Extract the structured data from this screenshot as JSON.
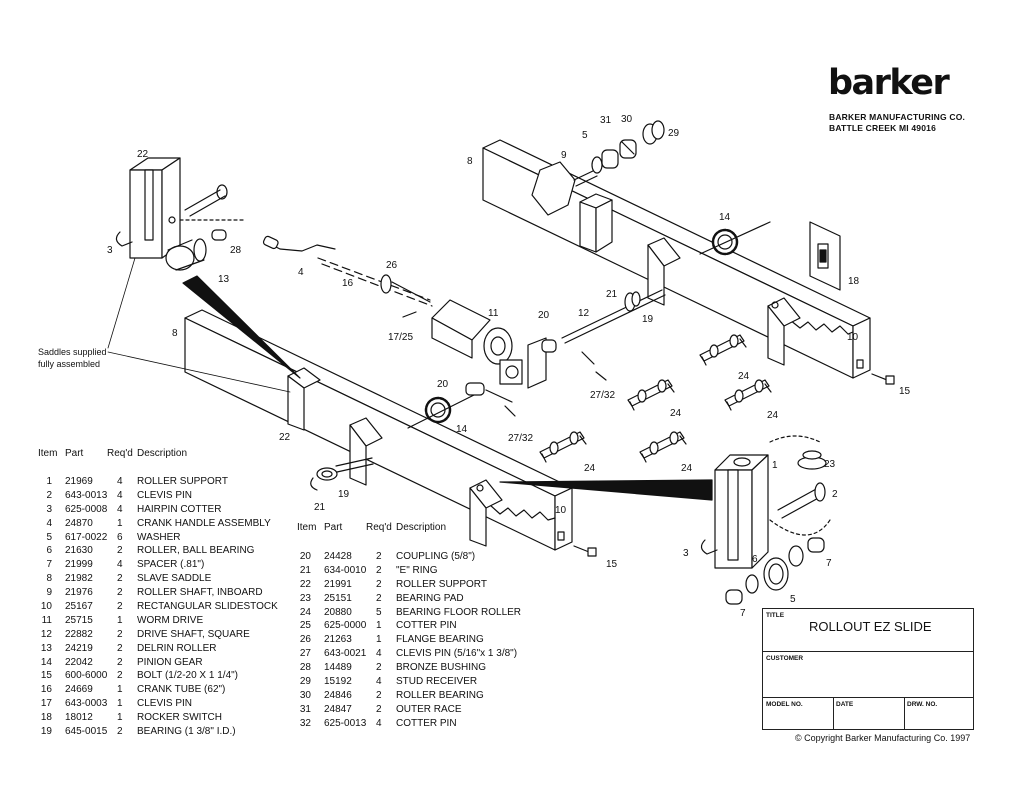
{
  "company": {
    "logo": "barker",
    "name": "BARKER MANUFACTURING CO.",
    "city": "BATTLE CREEK  MI  49016"
  },
  "note": [
    "Saddles supplied",
    "fully assembled"
  ],
  "parts_header": {
    "item": "Item",
    "part": "Part",
    "reqd": "Req'd",
    "description": "Description"
  },
  "parts_left": [
    {
      "item": "1",
      "part": "21969",
      "qty": "4",
      "desc": "ROLLER SUPPORT"
    },
    {
      "item": "2",
      "part": "643-0013",
      "qty": "4",
      "desc": "CLEVIS PIN"
    },
    {
      "item": "3",
      "part": "625-0008",
      "qty": "4",
      "desc": "HAIRPIN COTTER"
    },
    {
      "item": "4",
      "part": "24870",
      "qty": "1",
      "desc": "CRANK HANDLE ASSEMBLY"
    },
    {
      "item": "5",
      "part": "617-0022",
      "qty": "6",
      "desc": "WASHER"
    },
    {
      "item": "6",
      "part": "21630",
      "qty": "2",
      "desc": "ROLLER, BALL BEARING"
    },
    {
      "item": "7",
      "part": "21999",
      "qty": "4",
      "desc": "SPACER (.81\")"
    },
    {
      "item": "8",
      "part": "21982",
      "qty": "2",
      "desc": "SLAVE SADDLE"
    },
    {
      "item": "9",
      "part": "21976",
      "qty": "2",
      "desc": "ROLLER SHAFT, INBOARD"
    },
    {
      "item": "10",
      "part": "25167",
      "qty": "2",
      "desc": "RECTANGULAR SLIDESTOCK"
    },
    {
      "item": "11",
      "part": "25715",
      "qty": "1",
      "desc": "WORM DRIVE"
    },
    {
      "item": "12",
      "part": "22882",
      "qty": "2",
      "desc": "DRIVE SHAFT, SQUARE"
    },
    {
      "item": "13",
      "part": "24219",
      "qty": "2",
      "desc": "DELRIN ROLLER"
    },
    {
      "item": "14",
      "part": "22042",
      "qty": "2",
      "desc": "PINION GEAR"
    },
    {
      "item": "15",
      "part": "600-6000",
      "qty": "2",
      "desc": "BOLT (1/2-20 X 1 1/4\")"
    },
    {
      "item": "16",
      "part": "24669",
      "qty": "1",
      "desc": "CRANK TUBE (62\")"
    },
    {
      "item": "17",
      "part": "643-0003",
      "qty": "1",
      "desc": "CLEVIS PIN"
    },
    {
      "item": "18",
      "part": "18012",
      "qty": "1",
      "desc": "ROCKER SWITCH"
    },
    {
      "item": "19",
      "part": "645-0015",
      "qty": "2",
      "desc": "BEARING (1 3/8\" I.D.)"
    }
  ],
  "parts_right": [
    {
      "item": "20",
      "part": "24428",
      "qty": "2",
      "desc": "COUPLING (5/8\")"
    },
    {
      "item": "21",
      "part": "634-0010",
      "qty": "2",
      "desc": "\"E\" RING"
    },
    {
      "item": "22",
      "part": "21991",
      "qty": "2",
      "desc": "ROLLER SUPPORT"
    },
    {
      "item": "23",
      "part": "25151",
      "qty": "2",
      "desc": "BEARING PAD"
    },
    {
      "item": "24",
      "part": "20880",
      "qty": "5",
      "desc": "BEARING FLOOR ROLLER"
    },
    {
      "item": "25",
      "part": "625-0000",
      "qty": "1",
      "desc": "COTTER PIN"
    },
    {
      "item": "26",
      "part": "21263",
      "qty": "1",
      "desc": "FLANGE BEARING"
    },
    {
      "item": "27",
      "part": "643-0021",
      "qty": "4",
      "desc": "CLEVIS PIN (5/16\"x 1 3/8\")"
    },
    {
      "item": "28",
      "part": "14489",
      "qty": "2",
      "desc": "BRONZE BUSHING"
    },
    {
      "item": "29",
      "part": "15192",
      "qty": "4",
      "desc": "STUD RECEIVER"
    },
    {
      "item": "30",
      "part": "24846",
      "qty": "2",
      "desc": "ROLLER BEARING"
    },
    {
      "item": "31",
      "part": "24847",
      "qty": "2",
      "desc": "OUTER RACE"
    },
    {
      "item": "32",
      "part": "625-0013",
      "qty": "4",
      "desc": "COTTER PIN"
    }
  ],
  "title_block": {
    "title_label": "TITLE",
    "title": "ROLLOUT EZ SLIDE",
    "customer_label": "CUSTOMER",
    "model_label": "MODEL NO.",
    "date_label": "DATE",
    "drw_label": "DRW. NO."
  },
  "copyright": "© Copyright Barker Manufacturing Co. 1997",
  "callouts": [
    "22",
    "3",
    "28",
    "13",
    "4",
    "16",
    "26",
    "17/25",
    "8",
    "11",
    "20",
    "12",
    "21",
    "19",
    "8",
    "9",
    "5",
    "31",
    "30",
    "29",
    "14",
    "18",
    "10",
    "15",
    "24",
    "24",
    "24",
    "24",
    "24",
    "27/32",
    "20",
    "27/32",
    "14",
    "22",
    "21",
    "19",
    "10",
    "15",
    "1",
    "23",
    "2",
    "3",
    "6",
    "5",
    "7",
    "7"
  ]
}
